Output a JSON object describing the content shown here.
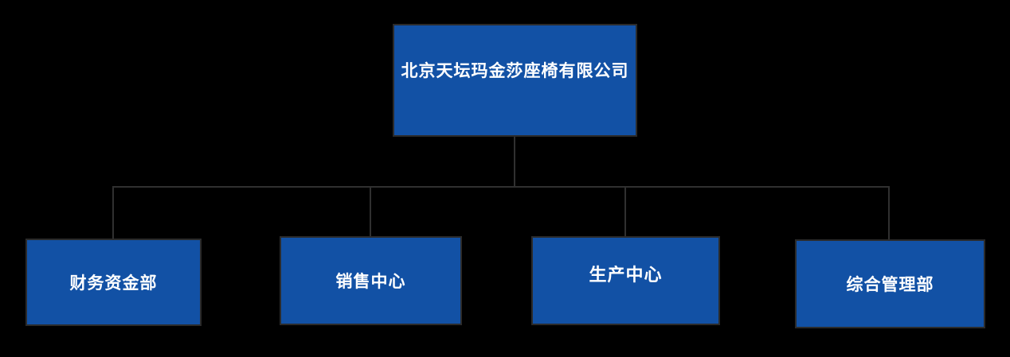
{
  "org_chart": {
    "root": {
      "label": "北京天坛玛金莎座椅有限公司"
    },
    "departments": [
      {
        "label": "财务资金部"
      },
      {
        "label": "销售中心"
      },
      {
        "label": "生产中心"
      },
      {
        "label": "综合管理部"
      }
    ],
    "colors": {
      "background": "#000000",
      "node_fill": "#1251a5",
      "node_border": "#2b2b2b",
      "connector": "#303030",
      "text": "#ffffff"
    }
  }
}
